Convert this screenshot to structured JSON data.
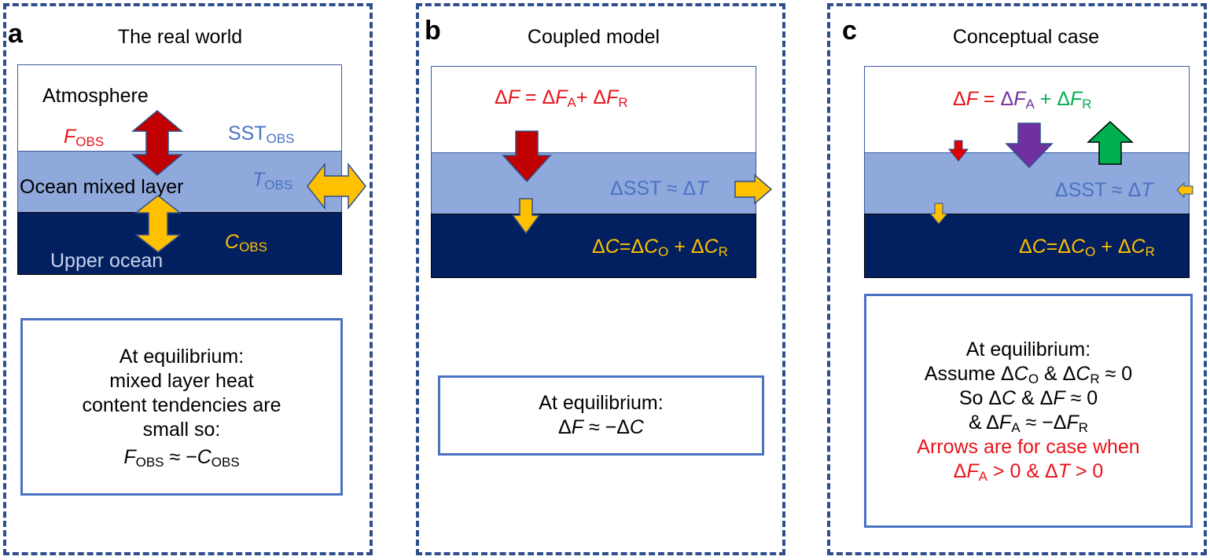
{
  "panels": [
    {
      "letter": "a",
      "title": "The real world",
      "labels": {
        "atmosphere": "Atmosphere",
        "f_main": "F",
        "f_sub": "OBS",
        "sst_main": "SST",
        "sst_sub": "OBS",
        "mixed_layer": "Ocean mixed layer",
        "t_main": "T",
        "t_sub": "OBS",
        "c_main": "C",
        "c_sub": "OBS",
        "upper_ocean": "Upper ocean"
      },
      "box": {
        "line1": "At equilibrium:",
        "line2": "mixed layer heat",
        "line3": "content tendencies are",
        "line4": "small so:",
        "eq_f": "F",
        "eq_f_sub": "OBS",
        "eq_mid": " ≈ −",
        "eq_c": "C",
        "eq_c_sub": "OBS"
      }
    },
    {
      "letter": "b",
      "title": "Coupled model",
      "labels": {
        "df_a": "Δ",
        "df_b": "F",
        "df_c": " = Δ",
        "df_d": "F",
        "df_e": "A",
        "df_f": "+ Δ",
        "df_g": "F",
        "df_h": "R",
        "dsst_a": "ΔSST ≈ Δ",
        "dsst_b": "T",
        "dc_a": "Δ",
        "dc_b": "C",
        "dc_c": "=Δ",
        "dc_d": "C",
        "dc_e": "O",
        "dc_f": " + Δ",
        "dc_g": "C",
        "dc_h": "R"
      },
      "box": {
        "line1": "At equilibrium:",
        "eq_a": "Δ",
        "eq_b": "F",
        "eq_c": " ≈ −Δ",
        "eq_d": "C"
      }
    },
    {
      "letter": "c",
      "title": "Conceptual case",
      "labels": {
        "df_a": "Δ",
        "df_b": "F",
        "df_c": " = ",
        "df_d": "Δ",
        "df_e": "F",
        "df_f": "A",
        "df_g": " + ",
        "df_h": "Δ",
        "df_i": "F",
        "df_j": "R",
        "dsst_a": "ΔSST ≈ Δ",
        "dsst_b": "T",
        "dc_a": "Δ",
        "dc_b": "C",
        "dc_c": "=Δ",
        "dc_d": "C",
        "dc_e": "O",
        "dc_f": " + Δ",
        "dc_g": "C",
        "dc_h": "R"
      },
      "box": {
        "line1": "At equilibrium:",
        "l2a": "Assume Δ",
        "l2b": "C",
        "l2c": "O",
        "l2d": " & Δ",
        "l2e": "C",
        "l2f": "R",
        "l2g": " ≈ 0",
        "l3a": "So Δ",
        "l3b": "C",
        "l3c": " & Δ",
        "l3d": "F",
        "l3e": " ≈ 0",
        "l4a": "& Δ",
        "l4b": "F",
        "l4c": "A",
        "l4d": " ≈ −Δ",
        "l4e": "F",
        "l4f": "R",
        "l5": "Arrows are for case when",
        "l6a": "Δ",
        "l6b": "F",
        "l6c": "A",
        "l6d": " > 0 & Δ",
        "l6e": "T",
        "l6f": " > 0"
      }
    }
  ],
  "colors": {
    "border_dash": "#2f4f8c",
    "mixed_layer": "#8fa9dc",
    "upper_ocean": "#02205f",
    "red_arrow": "#c00000",
    "gold_arrow": "#ffc000",
    "purple_arrow": "#7030a0",
    "green_arrow": "#00b050"
  }
}
